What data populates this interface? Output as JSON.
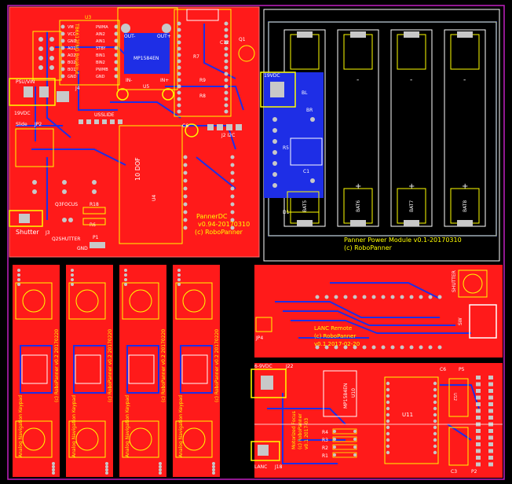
{
  "colors": {
    "background": "#000000",
    "copper": "#ff1a1a",
    "copper_dark": "#d80000",
    "trace_bottom": "#1e2ee6",
    "silk": "#ffff00",
    "silk_white": "#ffffff",
    "pad": "#c8c8c8",
    "outline": "#c020c0",
    "battery_area": "#000000"
  },
  "main_board": {
    "title_line1": "PannerDC",
    "title_line2": "v0.94-20170310",
    "title_line3": "(c) RoboPanner",
    "chip_u3": "U3",
    "chip_u3_label": "TB6612FNG Breakout",
    "u3_left_pins": [
      "VM",
      "VCC",
      "GND",
      "AO1",
      "AO2",
      "BO2",
      "BO1",
      "GND"
    ],
    "u3_right_pins": [
      "PWMA",
      "AIN2",
      "AIN1",
      "STBY",
      "BIN1",
      "BIN2",
      "PWMB",
      "GND"
    ],
    "reg_label": "MP1584EN",
    "out_minus": "OUT-",
    "out_plus": "OUT+",
    "in_minus": "IN-",
    "in_plus": "IN+",
    "u5": "U5",
    "j4": "J4",
    "psuvin": "PSU/VIN",
    "jack_19vdc": "19VDC",
    "slide": "Slide",
    "jp2": "JP2",
    "usslide": "USSLIDE",
    "dof": "10 DOF",
    "u4": "U4",
    "q3focus": "Q3FOCUS",
    "q2shutter": "Q2SHUTTER",
    "r18": "R18",
    "r6": "R6",
    "p1": "P1",
    "gnd": "GND",
    "shutter": "Shutter",
    "j3": "J3",
    "q1": "Q1",
    "r7": "R7",
    "r9": "R9",
    "r8": "R8",
    "c6": "C6",
    "j2": "J2 I2C",
    "c12": "C12"
  },
  "power_module": {
    "title_line1": "Panner Power Module v0.1-20170310",
    "title_line2": "(c) RoboPanner",
    "jack_19vdc": "19VDC",
    "bat_labels": [
      "BAT5",
      "BAT6",
      "BAT7",
      "BAT8"
    ],
    "bl": "BL",
    "br": "BR",
    "r5": "R5",
    "c1": "C1",
    "d1": "D1",
    "minus": "-",
    "plus": "+"
  },
  "keypad": {
    "title": "Analog Navigation Keypad",
    "copyright": "(c) RoboPanner v0.2 20170220",
    "count": 4
  },
  "lanc": {
    "title": "LANC Remote",
    "line2": "(c) RoboPanner",
    "line3": "v0.1 2017-02-20",
    "shutter": "SHUTTER",
    "jp4": "JP4",
    "sw": "SW"
  },
  "motorized": {
    "input_label": "6-9VDC",
    "j22": "J22",
    "title_lines": [
      "Motorized Focus",
      "(c) RoboPanner",
      "v0.1 2017-03"
    ],
    "u11": "U11",
    "u12": "U12",
    "u10": "U10",
    "reg": "MP1584EN",
    "lanc": "LANC",
    "j18": "J18",
    "p5": "P5",
    "p2": "P2",
    "c6b": "C6",
    "c3": "C3",
    "resistors": [
      "R4",
      "R3",
      "R2",
      "R1"
    ]
  }
}
